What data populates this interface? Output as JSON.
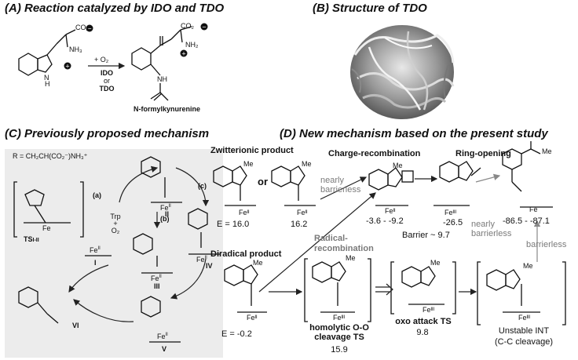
{
  "panels": {
    "a": {
      "title": "(A) Reaction catalyzed by IDO and TDO",
      "reagent": "+ O₂",
      "enzymes": [
        "IDO",
        "or",
        "TDO"
      ],
      "product": "N-formylkynurenine",
      "labels": {
        "co2": "CO₂",
        "nh3": "NH₃",
        "nh2": "NH₂",
        "nh": "NH",
        "hn": "N",
        "h": "H"
      }
    },
    "b": {
      "title": "(B) Structure of TDO"
    },
    "c": {
      "title": "(C) Previously proposed mechanism",
      "r_def": "R = CH₂CH(CO₂⁻)NH₃⁺",
      "ts_label": "TS",
      "ts_sub": "I-II",
      "steps": [
        "(a)",
        "(b)",
        "(c)"
      ],
      "trp": [
        "Trp",
        "+",
        "O₂"
      ],
      "intermediates": [
        "I",
        "II",
        "III",
        "IV",
        "V",
        "VI"
      ],
      "fe": "Fe",
      "fe_ii": "II"
    },
    "d": {
      "title": "(D) New mechanism based on the present study",
      "zwitterionic_header": "Zwitterionic product",
      "or_text": "or",
      "zw1_energy": "E = 16.0",
      "zw2_energy": "16.2",
      "charge_recomb": "Charge-recombination",
      "nearly_barrierless_1": "nearly barrierless",
      "cr_energy": "-3.6 - -9.2",
      "ring_energy": "-26.5",
      "barrier": "Barrier ~ 9.7",
      "ring_opening": "Ring-opening",
      "final_energy": "-86.5 - -87.1",
      "nearly_barrierless_2": "nearly barrierless",
      "radical_recomb": "Radical-recombination",
      "diradical_header": "Diradical product",
      "dr_energy": "E = -0.2",
      "homolytic_ts": "homolytic O-O cleavage TS",
      "homolytic_energy": "15.9",
      "oxo_ts": "oxo attack TS",
      "oxo_energy": "9.8",
      "barrierless": "barrierless",
      "unstable_int": "Unstable INT",
      "cc_cleavage": "(C-C cleavage)",
      "me": "Me",
      "fe_ii": "Feᴵᴵ",
      "fe_iii": "Feᴵᴵᴵ",
      "fe": "Fe"
    }
  }
}
